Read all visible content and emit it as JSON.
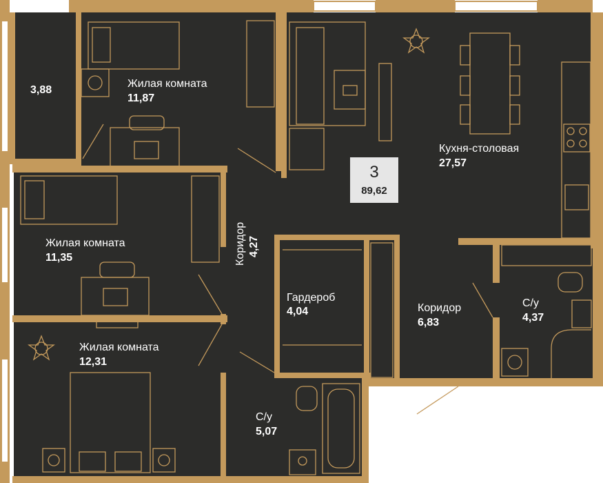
{
  "colors": {
    "floor": "#2c2c2a",
    "wall": "#c49a5c",
    "line": "#c49a5c",
    "badge": "#e6e6e6"
  },
  "apartment": {
    "rooms": "3",
    "total_area": "89,62"
  },
  "rooms": [
    {
      "id": "balcony",
      "name": "",
      "area": "3,88"
    },
    {
      "id": "bedroom1",
      "name": "Жилая комната",
      "area": "11,87"
    },
    {
      "id": "bedroom2",
      "name": "Жилая комната",
      "area": "11,35"
    },
    {
      "id": "bedroom3",
      "name": "Жилая комната",
      "area": "12,31"
    },
    {
      "id": "corridor1",
      "name": "Коридор",
      "area": "4,27"
    },
    {
      "id": "wardrobe",
      "name": "Гардероб",
      "area": "4,04"
    },
    {
      "id": "corridor2",
      "name": "Коридор",
      "area": "6,83"
    },
    {
      "id": "kitchen",
      "name": "Кухня-столовая",
      "area": "27,57"
    },
    {
      "id": "bath1",
      "name": "С/у",
      "area": "4,37"
    },
    {
      "id": "bath2",
      "name": "С/у",
      "area": "5,07"
    }
  ],
  "icons": [
    "plant-icon",
    "sofa-icon",
    "bed-icon",
    "desk-icon",
    "dining-table-icon",
    "stove-icon",
    "sink-icon",
    "toilet-icon",
    "bathtub-icon",
    "washing-machine-icon",
    "shower-icon",
    "wardrobe-icon"
  ]
}
